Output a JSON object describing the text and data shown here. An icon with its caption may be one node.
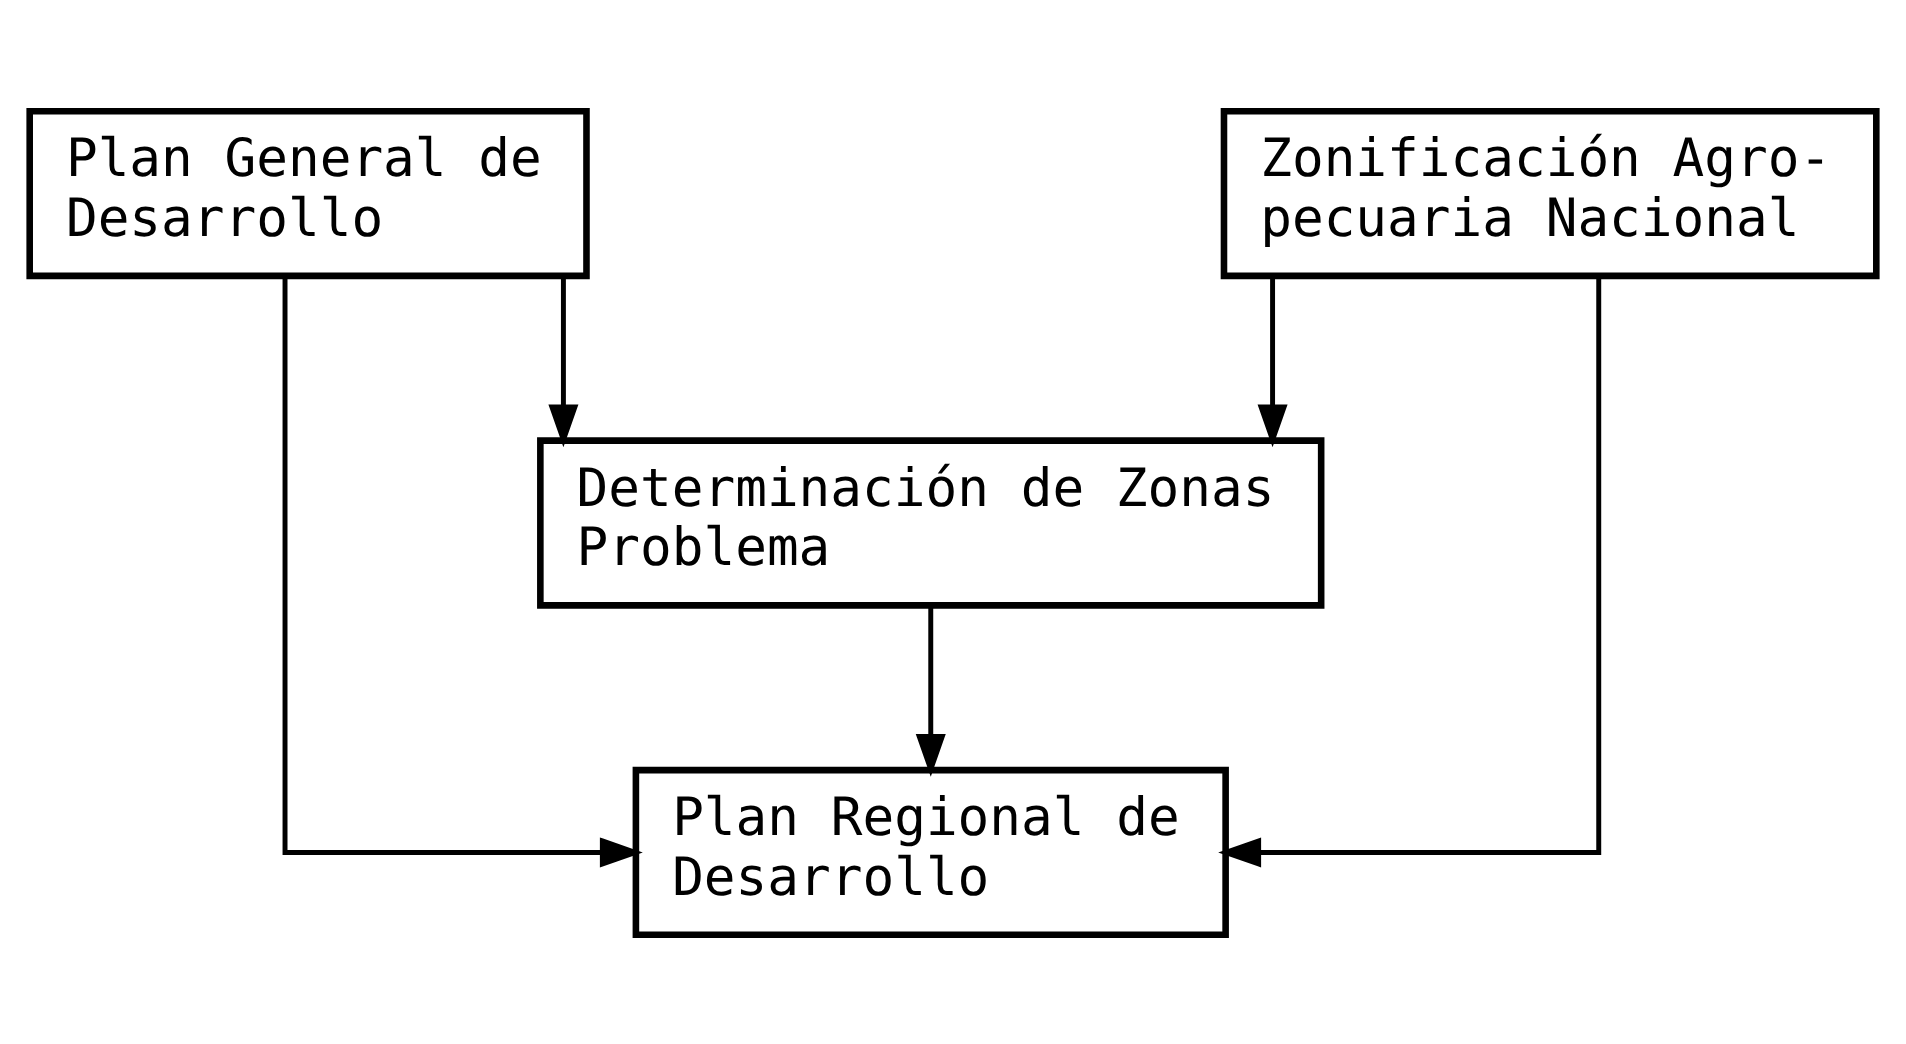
{
  "diagram": {
    "nodes": [
      {
        "text": [
          "Plan General de Desarrollo"
        ]
      },
      {
        "text": [
          "Zonificación Agro- pecuaria Nacional"
        ]
      },
      {
        "text": [
          "Determinación de Zonas Problema"
        ]
      },
      {
        "text": [
          "Plan Regional de Desarrollo"
        ]
      }
    ],
    "edges": [
      {
        "from": 0,
        "to": 2,
        "arrow": "to"
      },
      {
        "from": 1,
        "to": 2,
        "arrow": "to"
      },
      {
        "from": 2,
        "to": 3,
        "arrow": "to"
      },
      {
        "from": 0,
        "to": 3,
        "arrow": "to"
      },
      {
        "from": 1,
        "to": 3,
        "arrow": "to"
      }
    ]
  }
}
